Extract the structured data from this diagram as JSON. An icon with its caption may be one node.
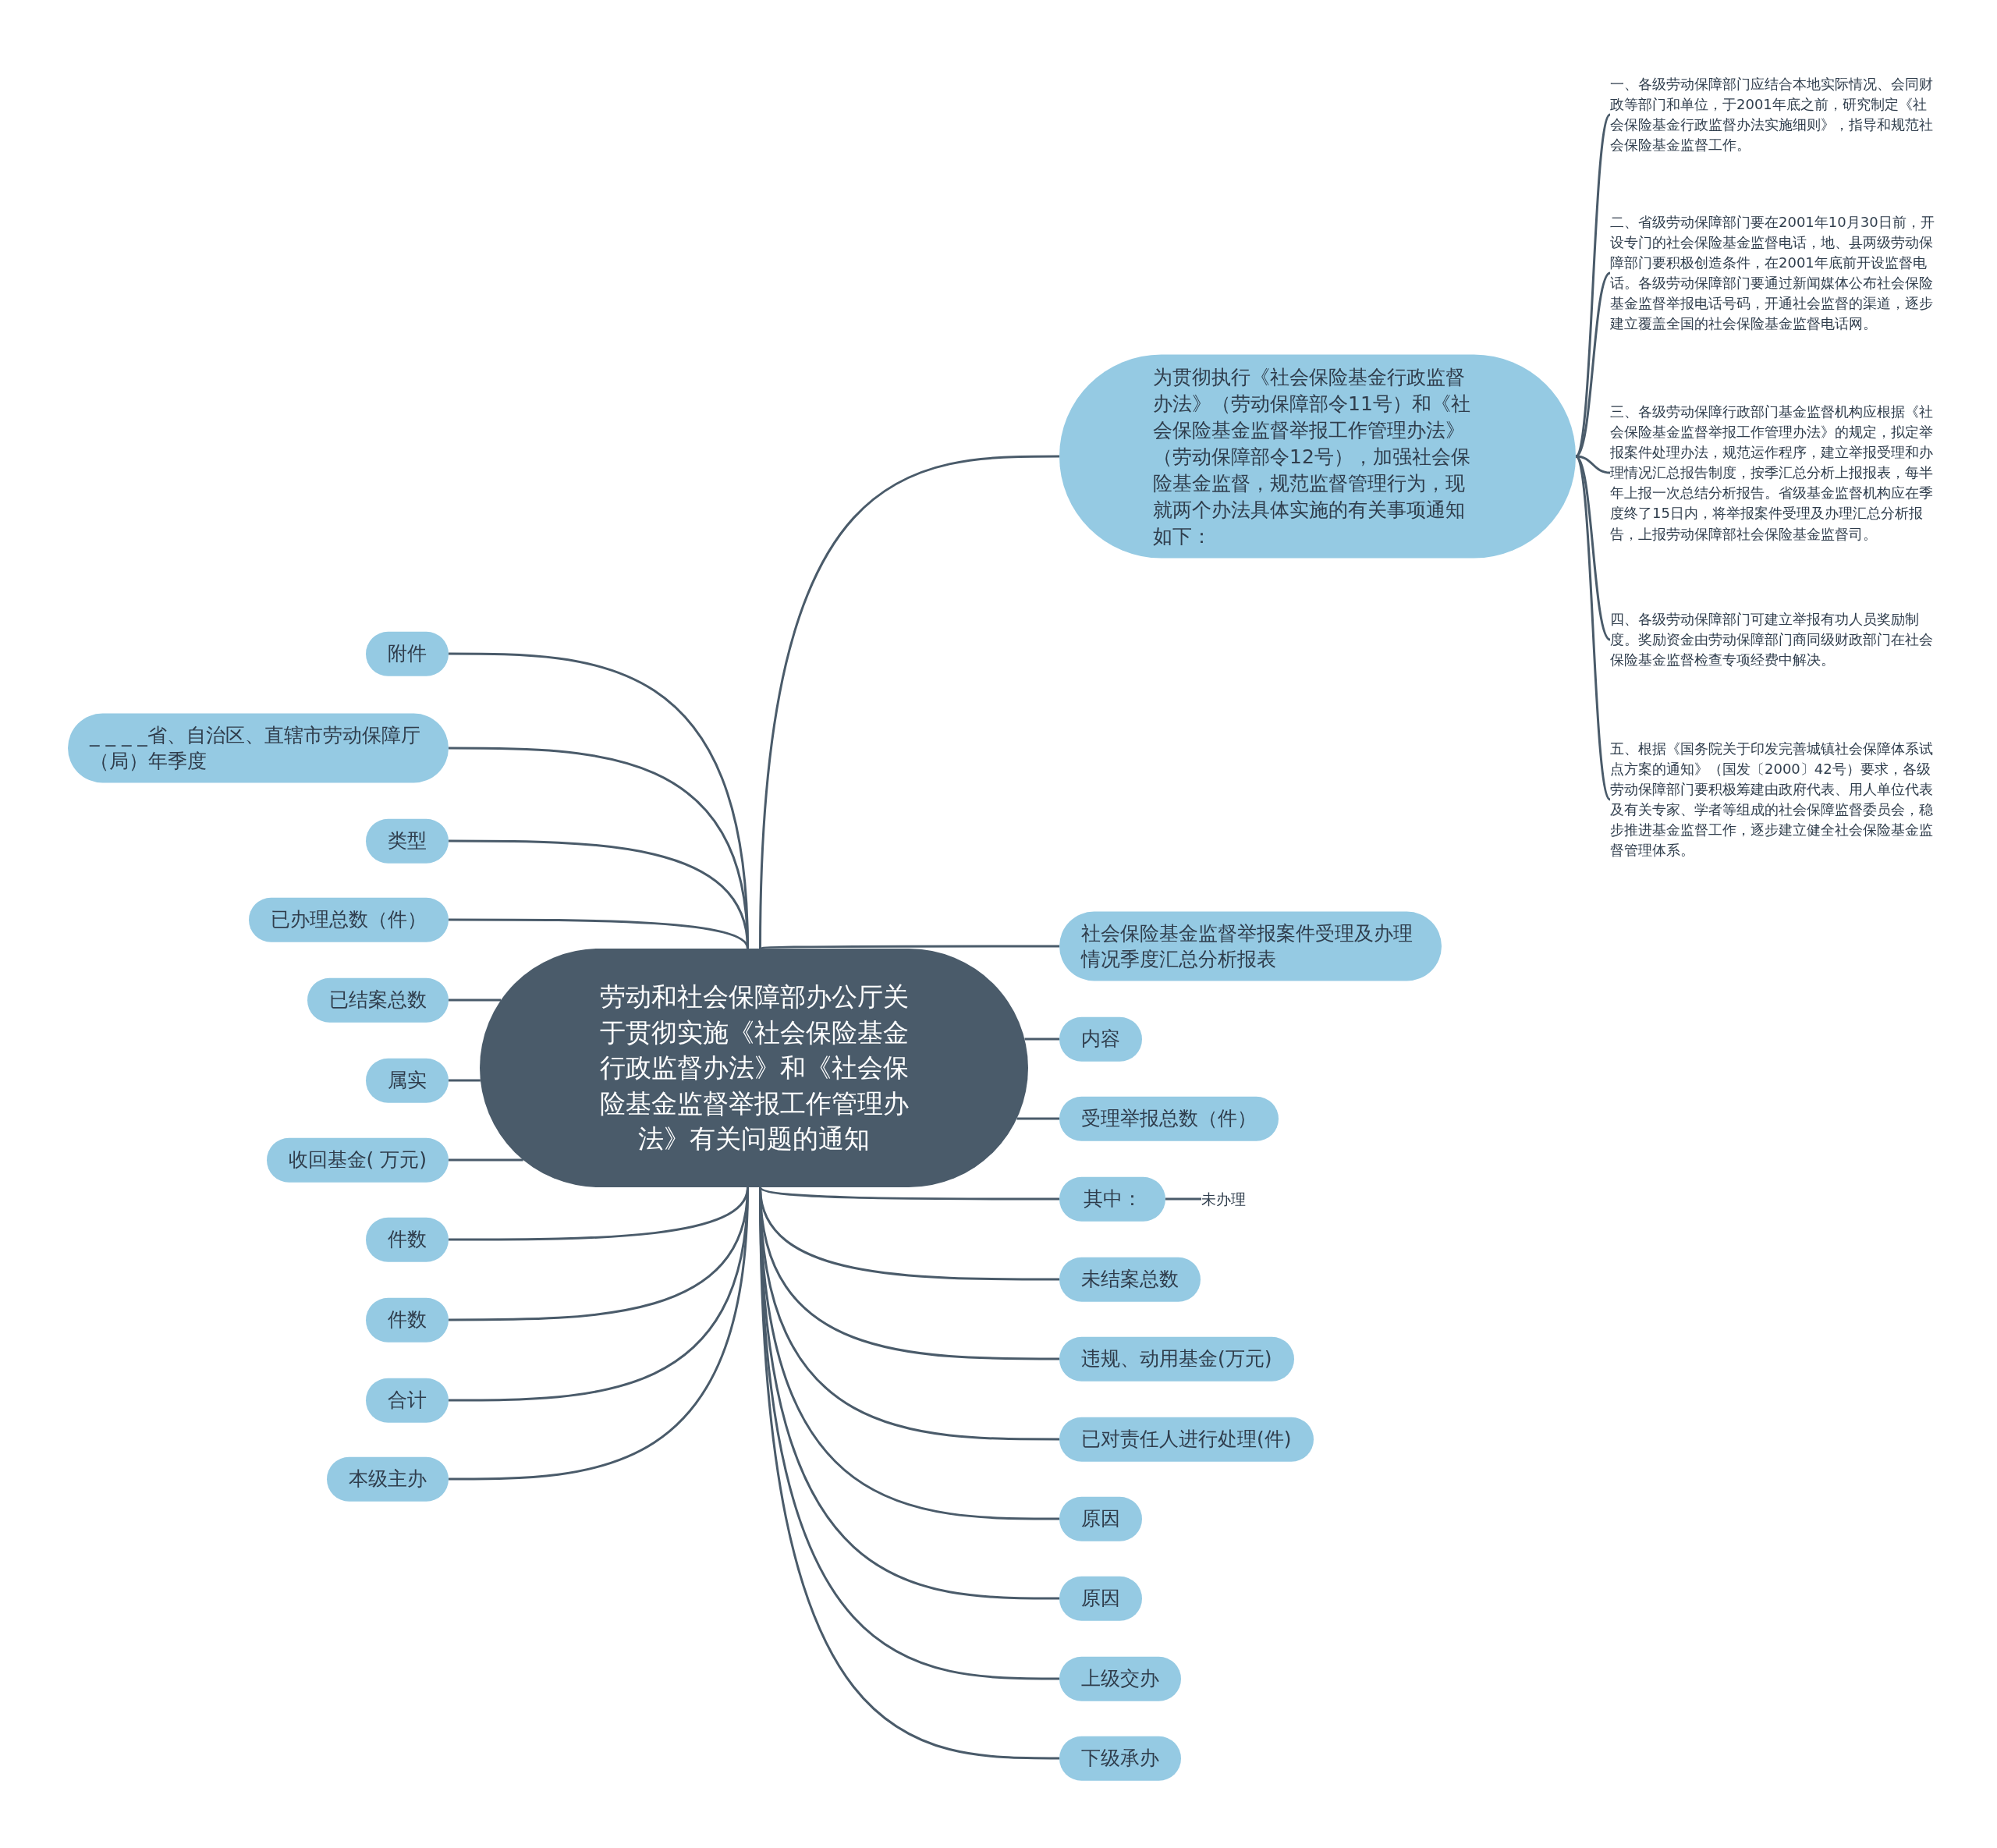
{
  "diagram": {
    "nodes": [
      {
        "text": [
          "劳动和社会保障部办公厅关于贯彻实施《社会保险基金行政监督办法》和《社会保险基金监督举报工作管理办法》有关问题的通知"
        ]
      },
      {
        "text": [
          "为贯彻执行《社会保险基金行政监督办法》（劳动保障部令11号）和《社会保险基金监督举报工作管理办法》（劳动保障部令12号），加强社会保险基金监督，规范监督管理行为，现就两个办法具体实施的有关事项通知如下："
        ]
      },
      {
        "text": [
          "一、各级劳动保障部门应结合本地实际情况、会同财政等部门和单位，于2001年底之前，研究制定《社会保险基金行政监督办法实施细则》，指导和规范社会保险基金监督工作。"
        ]
      },
      {
        "text": [
          "二、省级劳动保障部门要在2001年10月30日前，开设专门的社会保险基金监督电话，地、县两级劳动保障部门要积极创造条件，在2001年底前开设监督电话。各级劳动保障部门要通过新闻媒体公布社会保险基金监督举报电话号码，开通社会监督的渠道，逐步建立覆盖全国的社会保险基金监督电话网。"
        ]
      },
      {
        "text": [
          "三、各级劳动保障行政部门基金监督机构应根据《社会保险基金监督举报工作管理办法》的规定，拟定举报案件处理办法，规范运作程序，建立举报受理和办理情况汇总报告制度，按季汇总分析上报报表，每半年上报一次总结分析报告。省级基金监督机构应在季度终了15日内，将举报案件受理及办理汇总分析报告，上报劳动保障部社会保险基金监督司。"
        ]
      },
      {
        "text": [
          "四、各级劳动保障部门可建立举报有功人员奖励制度。奖励资金由劳动保障部门商同级财政部门在社会保险基金监督检查专项经费中解决。"
        ]
      },
      {
        "text": [
          "五、根据《国务院关于印发完善城镇社会保障体系试点方案的通知》（国发〔2000〕42号）要求，各级劳动保障部门要积极筹建由政府代表、用人单位代表及有关专家、学者等组成的社会保障监督委员会，稳步推进基金监督工作，逐步建立健全社会保险基金监督管理体系。"
        ]
      },
      {
        "text": [
          "附件"
        ]
      },
      {
        "text": [
          "_ _ _ _省、自治区、直辖市劳动保障厅（局）年季度"
        ]
      },
      {
        "text": [
          "类型"
        ]
      },
      {
        "text": [
          "已办理总数（件）"
        ]
      },
      {
        "text": [
          "已结案总数"
        ]
      },
      {
        "text": [
          "属实"
        ]
      },
      {
        "text": [
          "收回基金( 万元)"
        ]
      },
      {
        "text": [
          "件数"
        ]
      },
      {
        "text": [
          "件数"
        ]
      },
      {
        "text": [
          "合计"
        ]
      },
      {
        "text": [
          "本级主办"
        ]
      },
      {
        "text": [
          "社会保险基金监督举报案件受理及办理情况季度汇总分析报表"
        ]
      },
      {
        "text": [
          "内容"
        ]
      },
      {
        "text": [
          "受理举报总数（件）"
        ]
      },
      {
        "text": [
          "其中："
        ]
      },
      {
        "text": [
          "未办理"
        ]
      },
      {
        "text": [
          "未结案总数"
        ]
      },
      {
        "text": [
          "违规、动用基金(万元)"
        ]
      },
      {
        "text": [
          "已对责任人进行处理(件)"
        ]
      },
      {
        "text": [
          "原因"
        ]
      },
      {
        "text": [
          "原因"
        ]
      },
      {
        "text": [
          "上级交办"
        ]
      },
      {
        "text": [
          "下级承办"
        ]
      }
    ],
    "edges": [
      {
        "from": 0,
        "to": 1,
        "arrow": "none"
      },
      {
        "from": 1,
        "to": 2,
        "arrow": "none"
      },
      {
        "from": 1,
        "to": 3,
        "arrow": "none"
      },
      {
        "from": 1,
        "to": 4,
        "arrow": "none"
      },
      {
        "from": 1,
        "to": 5,
        "arrow": "none"
      },
      {
        "from": 1,
        "to": 6,
        "arrow": "none"
      },
      {
        "from": 0,
        "to": 7,
        "arrow": "none"
      },
      {
        "from": 0,
        "to": 8,
        "arrow": "none"
      },
      {
        "from": 0,
        "to": 9,
        "arrow": "none"
      },
      {
        "from": 0,
        "to": 10,
        "arrow": "none"
      },
      {
        "from": 0,
        "to": 11,
        "arrow": "none"
      },
      {
        "from": 0,
        "to": 12,
        "arrow": "none"
      },
      {
        "from": 0,
        "to": 13,
        "arrow": "none"
      },
      {
        "from": 0,
        "to": 14,
        "arrow": "none"
      },
      {
        "from": 0,
        "to": 15,
        "arrow": "none"
      },
      {
        "from": 0,
        "to": 16,
        "arrow": "none"
      },
      {
        "from": 0,
        "to": 17,
        "arrow": "none"
      },
      {
        "from": 0,
        "to": 18,
        "arrow": "none"
      },
      {
        "from": 0,
        "to": 19,
        "arrow": "none"
      },
      {
        "from": 0,
        "to": 20,
        "arrow": "none"
      },
      {
        "from": 0,
        "to": 21,
        "arrow": "none"
      },
      {
        "from": 21,
        "to": 22,
        "arrow": "none"
      },
      {
        "from": 0,
        "to": 23,
        "arrow": "none"
      },
      {
        "from": 0,
        "to": 24,
        "arrow": "none"
      },
      {
        "from": 0,
        "to": 25,
        "arrow": "none"
      },
      {
        "from": 0,
        "to": 26,
        "arrow": "none"
      },
      {
        "from": 0,
        "to": 27,
        "arrow": "none"
      },
      {
        "from": 0,
        "to": 28,
        "arrow": "none"
      },
      {
        "from": 0,
        "to": 29,
        "arrow": "none"
      }
    ]
  }
}
